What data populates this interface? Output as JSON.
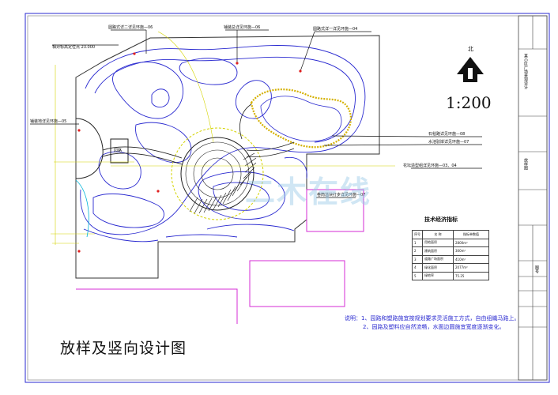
{
  "drawing": {
    "title": "放样及竖向设计图",
    "scale": "1:200",
    "north": "北",
    "colors": {
      "boundary": "#d42bd4",
      "contour": "#2a2ad0",
      "leader": "#d4d400",
      "line": "#222222",
      "cyan": "#00b4d8"
    }
  },
  "callouts": {
    "c1": "圆路式详二详见环施—06",
    "c2": "铺装总详见环施—06",
    "c3": "圆路式详一详见环施—04",
    "c4": "相对标高定位点 23.000",
    "c5": "铺装地详见环施—05",
    "c6": "石毯路详见环施—08",
    "c7": "水池驳岸详见环施—07",
    "c8": "花坛造型组详见环施—03、04",
    "c9": "卷筒溢块打步详见环施—07"
  },
  "plaza_label": "园路",
  "tech_table": {
    "title": "技术经济指标",
    "headers": [
      "序号",
      "名  称",
      "指标单数值"
    ],
    "rows": [
      [
        "1",
        "用地面积",
        "2800m²"
      ],
      [
        "2",
        "建筑面积",
        "300m²"
      ],
      [
        "3",
        "道路广场面积",
        "410m²"
      ],
      [
        "4",
        "绿化面积",
        "2077m²"
      ],
      [
        "5",
        "绿地率",
        "75.25"
      ]
    ]
  },
  "notes": [
    "说明：1、园路和塑路施宜按规划要求灵活施工方式，自由组織马路上。",
    "2、园路及塑料应自然流畅，水面边圆施宜宽度逐渐变化。"
  ],
  "title_block": {
    "t1": "某小区广场景观设计",
    "t2": "放样图",
    "t3": "图号"
  },
  "watermark": "二木在线"
}
